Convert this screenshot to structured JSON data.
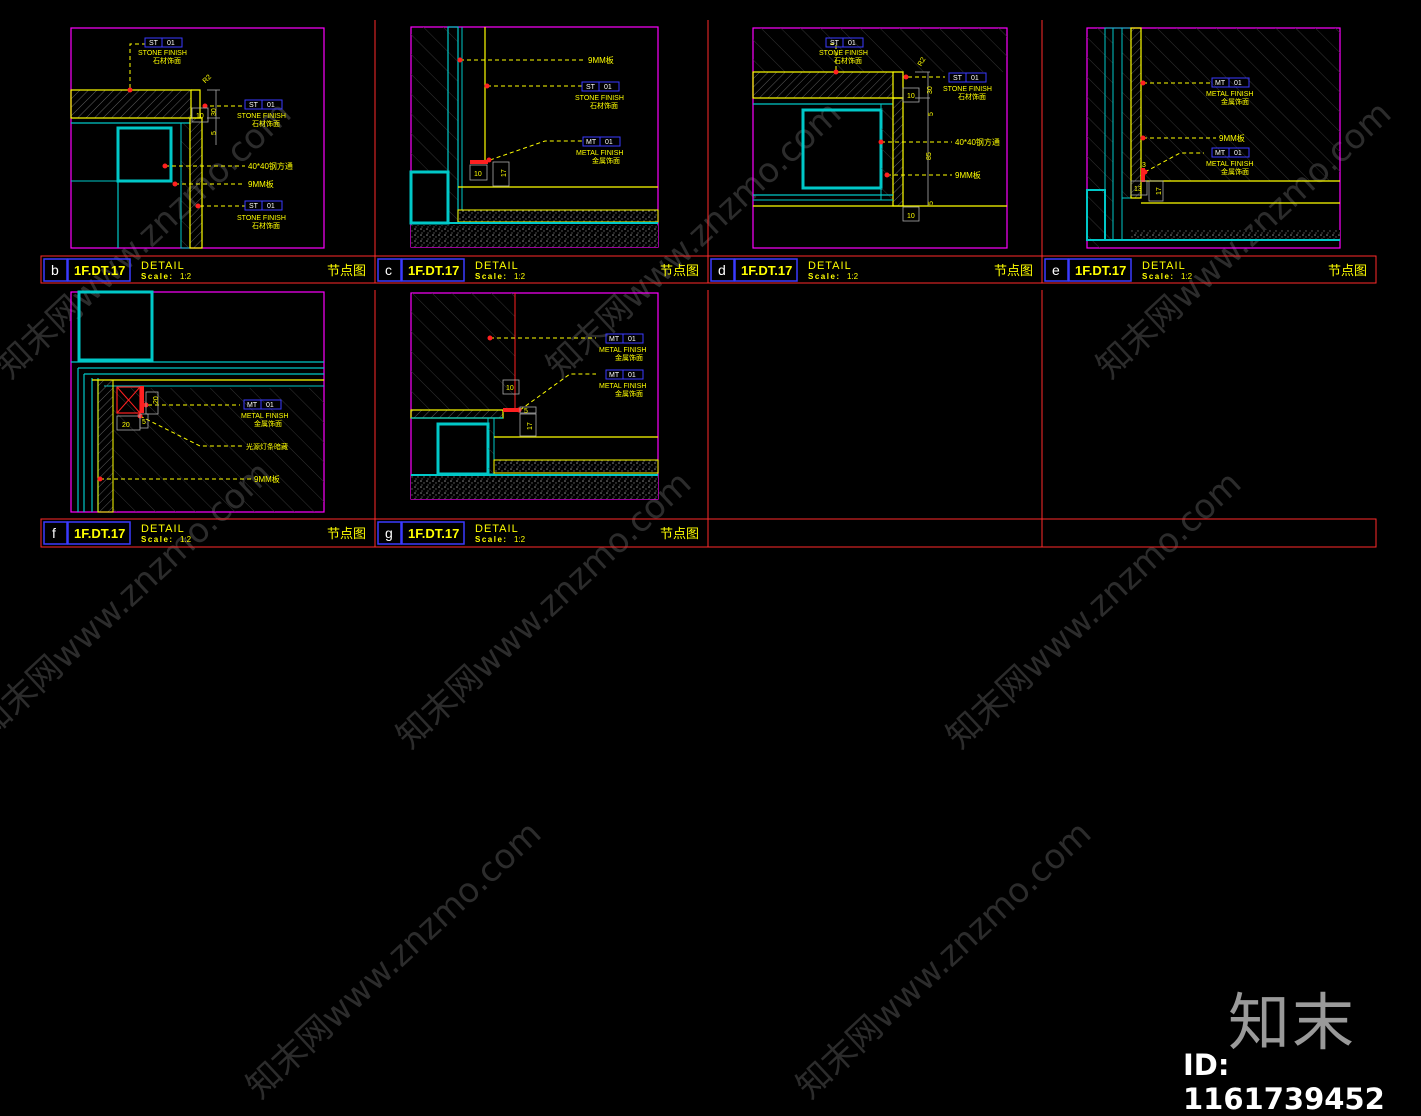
{
  "title_blocks": [
    {
      "letter": "b",
      "ref": "1F.DT.17",
      "title": "DETAIL",
      "scale_label": "Scale:",
      "scale_value": "1:2",
      "cn": "节点图"
    },
    {
      "letter": "c",
      "ref": "1F.DT.17",
      "title": "DETAIL",
      "scale_label": "Scale:",
      "scale_value": "1:2",
      "cn": "节点图"
    },
    {
      "letter": "d",
      "ref": "1F.DT.17",
      "title": "DETAIL",
      "scale_label": "Scale:",
      "scale_value": "1:2",
      "cn": "节点图"
    },
    {
      "letter": "e",
      "ref": "1F.DT.17",
      "title": "DETAIL",
      "scale_label": "Scale:",
      "scale_value": "1:2",
      "cn": "节点图"
    },
    {
      "letter": "f",
      "ref": "1F.DT.17",
      "title": "DETAIL",
      "scale_label": "Scale:",
      "scale_value": "1:2",
      "cn": "节点图"
    },
    {
      "letter": "g",
      "ref": "1F.DT.17",
      "title": "DETAIL",
      "scale_label": "Scale:",
      "scale_value": "1:2",
      "cn": "节点图"
    }
  ],
  "tags": {
    "st": "ST",
    "mt": "MT",
    "no": "01",
    "stone_finish": "STONE FINISH",
    "stone_cn": "石材饰面",
    "metal_finish": "METAL FINISH",
    "metal_cn": "金属饰面",
    "board_9mm": "9MM板",
    "tube_4040": "40*40钢方通",
    "led_strip": "光源灯条暗藏"
  },
  "dimensions": {
    "b": [
      "30",
      "10",
      "5",
      "R2"
    ],
    "c": [
      "10",
      "17"
    ],
    "d": [
      "R2",
      "10",
      "30",
      "5",
      "85",
      "5",
      "10"
    ],
    "e": [
      "3",
      "13",
      "17"
    ],
    "f": [
      "20",
      "20",
      "5"
    ],
    "g": [
      "10",
      "5",
      "17"
    ]
  },
  "watermark": {
    "site": "知末网www.znzmo.com"
  },
  "brand": "知末",
  "doc_id": "ID: 1161739452",
  "colors": {
    "background": "#000000",
    "title_frame": "#ff2a2a",
    "viewport": "#ff00ff",
    "yellow": "#ffff00",
    "cyan": "#00c8c8",
    "tag_blue": "#3a3aff",
    "leader_red": "#ff2020",
    "dim_gray": "#aaaaaa"
  }
}
